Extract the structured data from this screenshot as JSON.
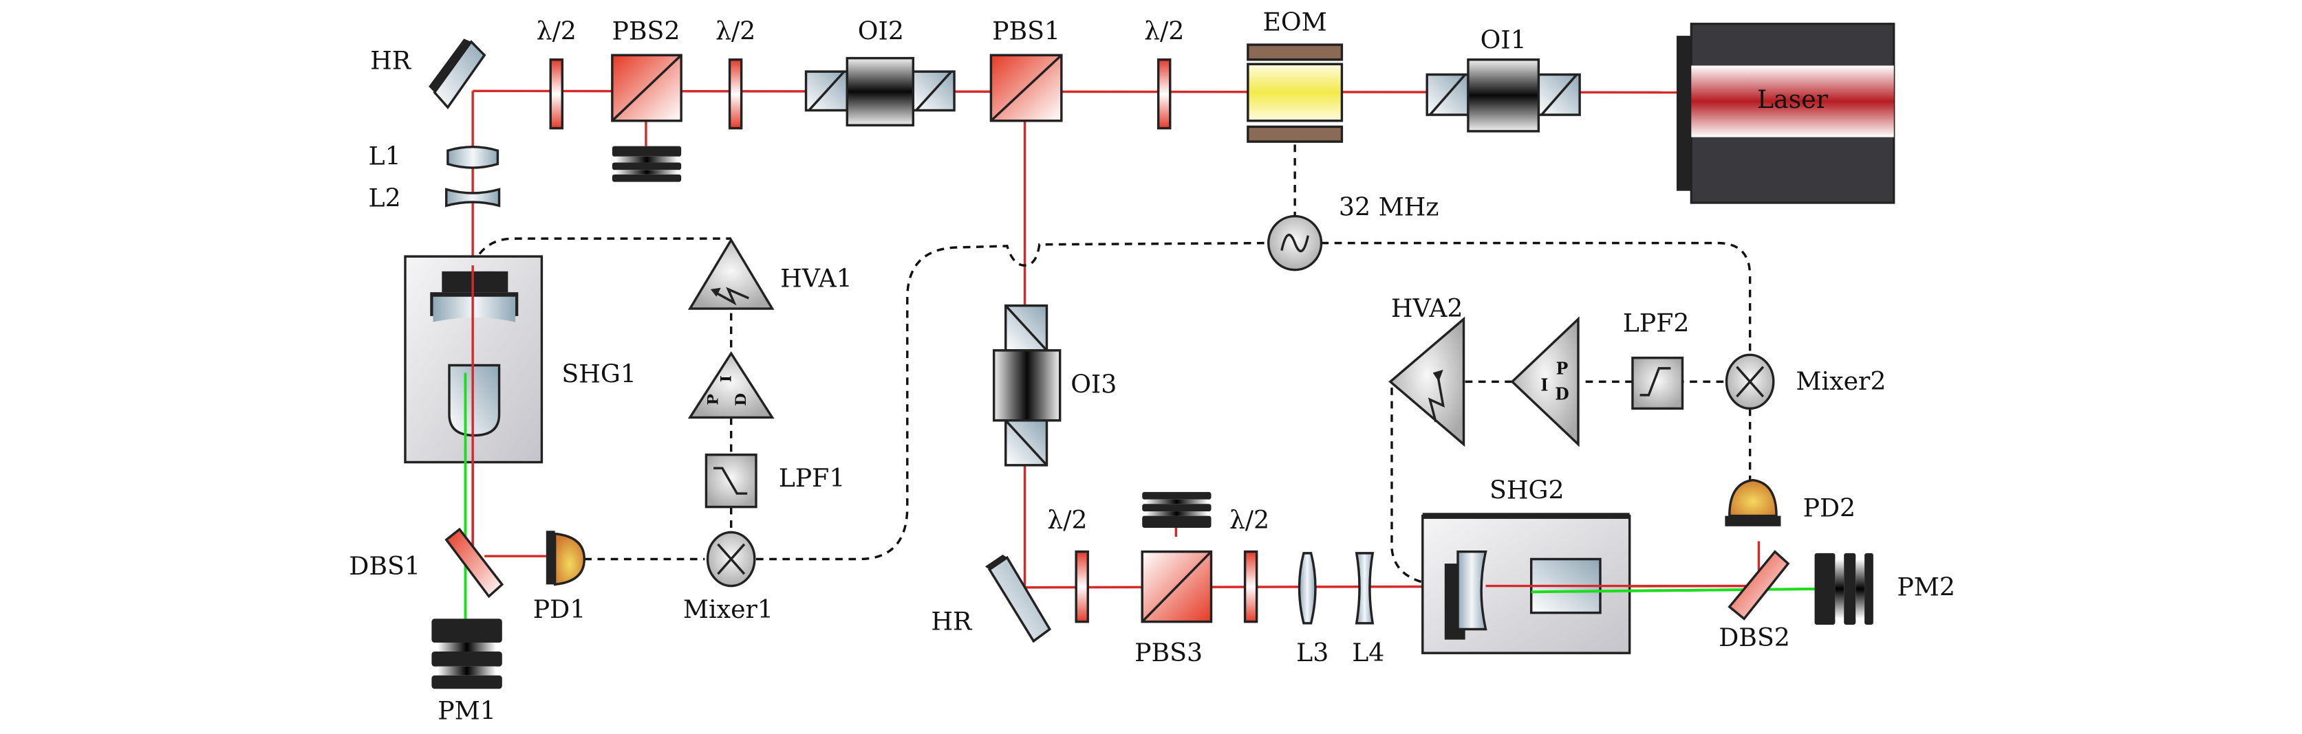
{
  "diagram": {
    "type": "optical-setup-schematic",
    "labels": {
      "laser": "Laser",
      "oi1": "OI1",
      "eom": "EOM",
      "hwp_top_1": "λ/2",
      "pbs1": "PBS1",
      "oi2": "OI2",
      "hwp_top_2": "λ/2",
      "pbs2": "PBS2",
      "hwp_top_3": "λ/2",
      "hr_top": "HR",
      "l1": "L1",
      "l2": "L2",
      "shg1": "SHG1",
      "hva1": "HVA1",
      "lpf1": "LPF1",
      "dbs1": "DBS1",
      "pd1": "PD1",
      "mixer1": "Mixer1",
      "pm1": "PM1",
      "rf_source": "32 MHz",
      "oi3": "OI3",
      "hr_bottom": "HR",
      "hwp_bottom_1": "λ/2",
      "pbs3": "PBS3",
      "hwp_bottom_2": "λ/2",
      "l3": "L3",
      "l4": "L4",
      "shg2": "SHG2",
      "hva2": "HVA2",
      "lpf2": "LPF2",
      "mixer2": "Mixer2",
      "pd2": "PD2",
      "dbs2": "DBS2",
      "pm2": "PM2",
      "pid_p": "P",
      "pid_i": "I",
      "pid_d": "D"
    },
    "colors": {
      "fundamental_beam": "#d42a2a",
      "second_harmonic_beam": "#1edc1e",
      "signal_line": "#111111",
      "eom_crystal": "#f2ea4a",
      "eom_electrode": "#8a6a55",
      "photodiode": "#e0a040",
      "laser_body": "#3a3a3e"
    }
  }
}
